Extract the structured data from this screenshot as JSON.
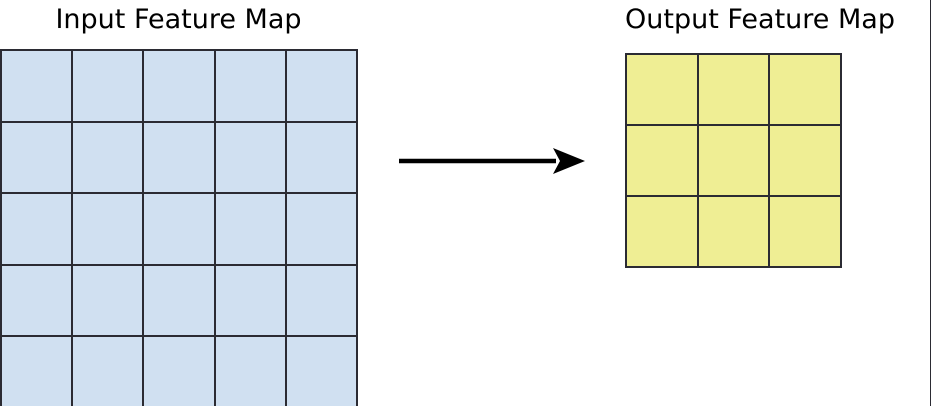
{
  "diagram": {
    "type": "feature-map-transformation",
    "background_color": "#ffffff",
    "input": {
      "title": "Input Feature Map",
      "rows": 5,
      "cols": 5,
      "cell_count": 25,
      "fill_color": "#d0e0f1",
      "border_color": "#2b2b33"
    },
    "output": {
      "title": "Output Feature Map",
      "rows": 3,
      "cols": 3,
      "cell_count": 9,
      "fill_color": "#efee94",
      "border_color": "#2b2b33"
    },
    "arrow": {
      "name": "right-arrow",
      "direction": "right",
      "color": "#000000"
    }
  }
}
